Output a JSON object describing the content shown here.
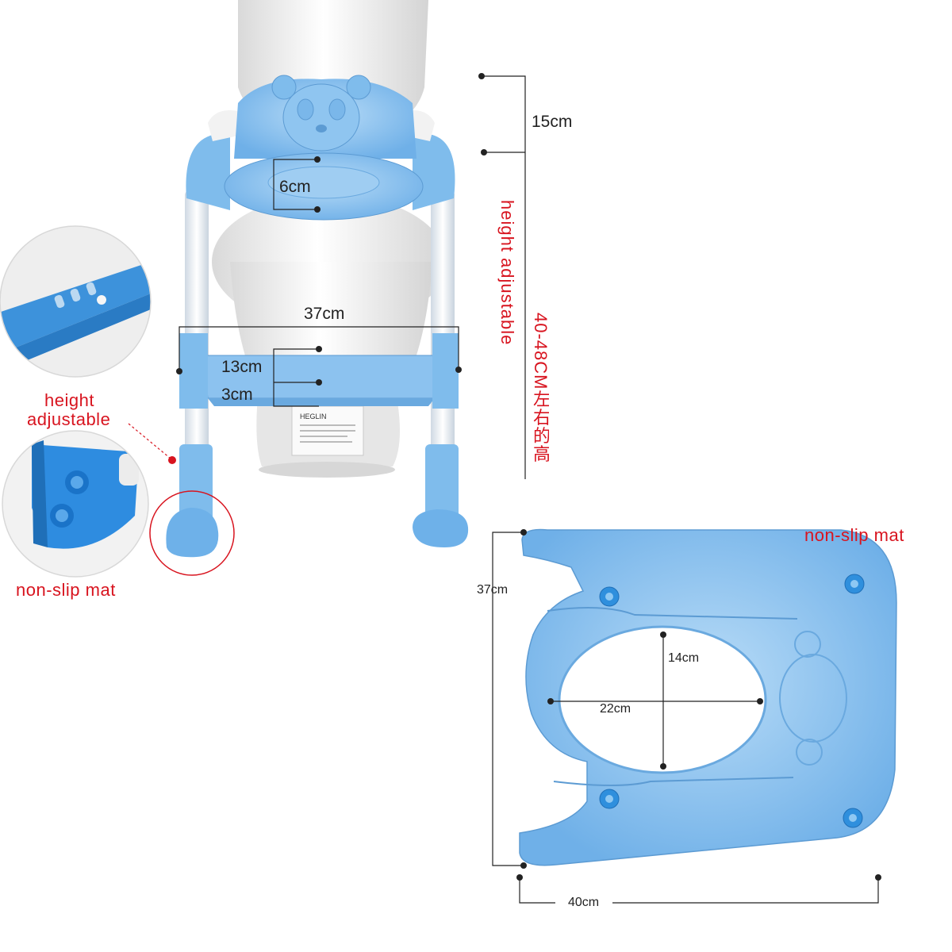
{
  "labels": {
    "top_height": "15cm",
    "seat_depth": "6cm",
    "step_width": "37cm",
    "step_depth": "13cm",
    "step_thickness": "3cm",
    "height_adjustable_vertical": "height adjustable",
    "height_range": "40-48CM左右的高",
    "height_adjustable_line1": "height",
    "height_adjustable_line2": "adjustable",
    "non_slip_left": "non-slip mat",
    "non_slip_right": "non-slip mat",
    "seat_length": "37cm",
    "seat_width": "40cm",
    "hole_depth": "14cm",
    "hole_width": "22cm",
    "brand_mark": "HEGLIN"
  },
  "colors": {
    "seat_blue": "#8cc2ef",
    "seat_blue_dark": "#5fa4e0",
    "pad_blue": "#2f8fdd",
    "toilet_white": "#eeeeee",
    "annotation_red": "#d8141f",
    "dimension_black": "#222222"
  }
}
